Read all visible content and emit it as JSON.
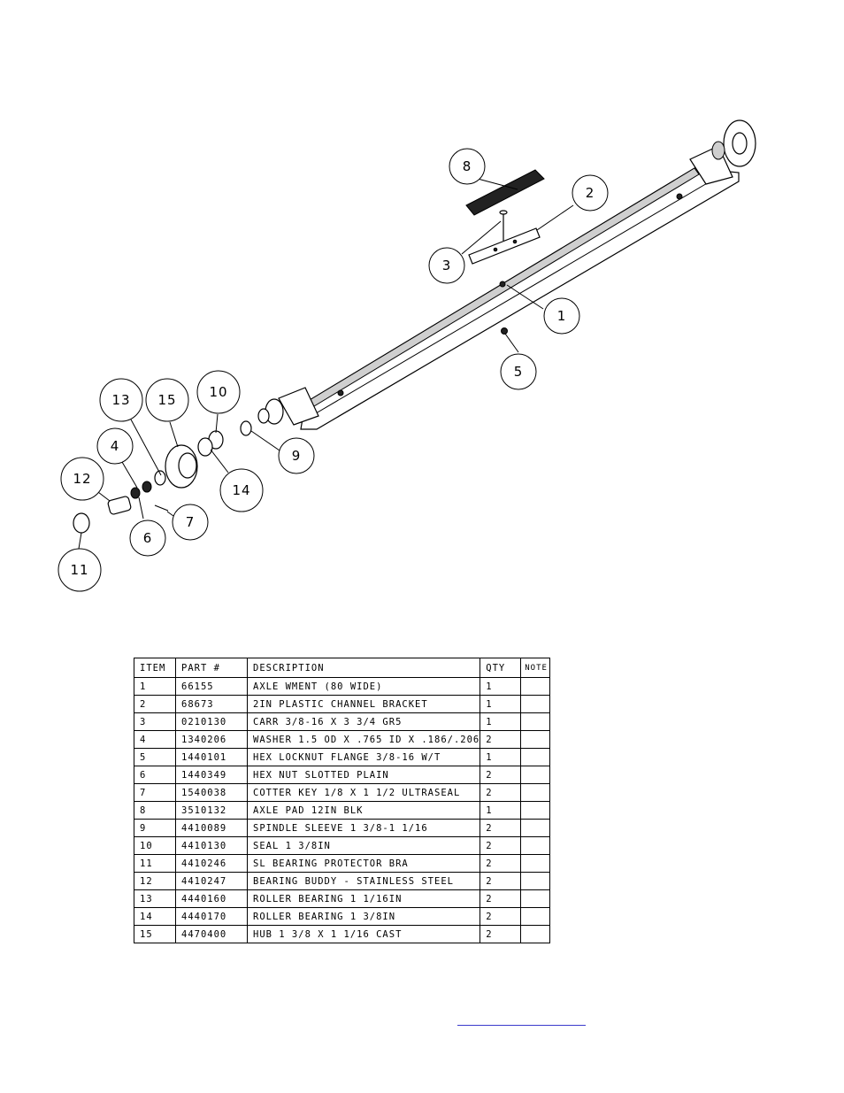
{
  "diagram": {
    "balloons": [
      {
        "label": "8"
      },
      {
        "label": "2"
      },
      {
        "label": "3"
      },
      {
        "label": "1"
      },
      {
        "label": "5"
      },
      {
        "label": "13"
      },
      {
        "label": "15"
      },
      {
        "label": "10"
      },
      {
        "label": "4"
      },
      {
        "label": "9"
      },
      {
        "label": "12"
      },
      {
        "label": "14"
      },
      {
        "label": "7"
      },
      {
        "label": "6"
      },
      {
        "label": "11"
      }
    ]
  },
  "table": {
    "headers": {
      "item": "ITEM",
      "part": "PART #",
      "description": "DESCRIPTION",
      "qty": "QTY",
      "note": "NOTE"
    },
    "rows": [
      {
        "item": "1",
        "part": "66155",
        "description": "AXLE WMENT (80 WIDE)",
        "qty": "1",
        "note": ""
      },
      {
        "item": "2",
        "part": "68673",
        "description": "2IN PLASTIC CHANNEL BRACKET",
        "qty": "1",
        "note": ""
      },
      {
        "item": "3",
        "part": "0210130",
        "description": "CARR 3/8-16 X 3 3/4 GR5",
        "qty": "1",
        "note": ""
      },
      {
        "item": "4",
        "part": "1340206",
        "description": "WASHER 1.5 OD X .765 ID X .186/.206",
        "qty": "2",
        "note": ""
      },
      {
        "item": "5",
        "part": "1440101",
        "description": "HEX LOCKNUT FLANGE 3/8-16 W/T",
        "qty": "1",
        "note": ""
      },
      {
        "item": "6",
        "part": "1440349",
        "description": "HEX NUT SLOTTED PLAIN",
        "qty": "2",
        "note": ""
      },
      {
        "item": "7",
        "part": "1540038",
        "description": "COTTER KEY 1/8 X 1 1/2 ULTRASEAL",
        "qty": "2",
        "note": ""
      },
      {
        "item": "8",
        "part": "3510132",
        "description": "AXLE PAD 12IN  BLK",
        "qty": "1",
        "note": ""
      },
      {
        "item": "9",
        "part": "4410089",
        "description": "SPINDLE SLEEVE  1 3/8-1 1/16",
        "qty": "2",
        "note": ""
      },
      {
        "item": "10",
        "part": "4410130",
        "description": "SEAL  1 3/8IN",
        "qty": "2",
        "note": ""
      },
      {
        "item": "11",
        "part": "4410246",
        "description": "SL BEARING PROTECTOR BRA",
        "qty": "2",
        "note": ""
      },
      {
        "item": "12",
        "part": "4410247",
        "description": "BEARING BUDDY - STAINLESS STEEL",
        "qty": "2",
        "note": ""
      },
      {
        "item": "13",
        "part": "4440160",
        "description": "ROLLER BEARING   1 1/16IN",
        "qty": "2",
        "note": ""
      },
      {
        "item": "14",
        "part": "4440170",
        "description": "ROLLER BEARING   1 3/8IN",
        "qty": "2",
        "note": ""
      },
      {
        "item": "15",
        "part": "4470400",
        "description": "HUB   1 3/8 X 1 1/16 CAST",
        "qty": "2",
        "note": ""
      }
    ]
  }
}
